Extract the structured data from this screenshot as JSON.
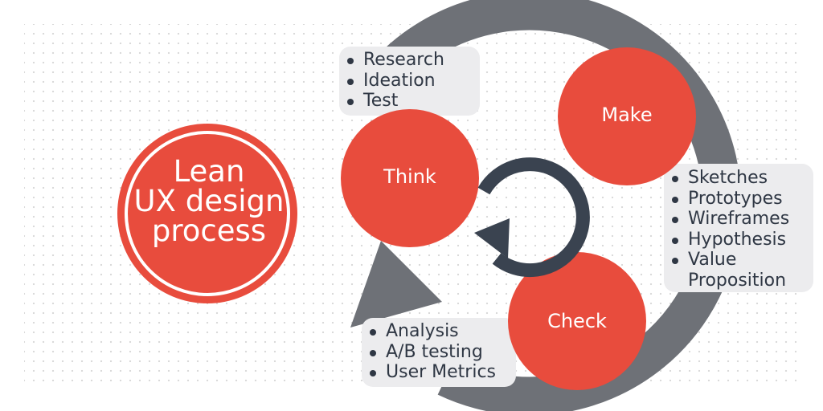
{
  "title": {
    "lines": [
      "Lean",
      "UX design",
      "process"
    ]
  },
  "nodes": {
    "think": {
      "label": "Think",
      "items": [
        "Research",
        "Ideation",
        "Test"
      ]
    },
    "make": {
      "label": "Make",
      "items": [
        "Sketches",
        "Prototypes",
        "Wireframes",
        "Hypothesis",
        "Value",
        "Proposition"
      ]
    },
    "check": {
      "label": "Check",
      "items": [
        "Analysis",
        "A/B testing",
        "User Metrics"
      ]
    }
  },
  "colors": {
    "accent_red": "#e84c3d",
    "ring_gray": "#6e7177",
    "label_bg": "#ececee",
    "dark_text": "#2f3744",
    "inner_cycle": "#3a4350",
    "dots": "#d6d6d6"
  },
  "icons": {
    "cycle": "refresh-cycle-icon",
    "flow": "curved-arrow-icon"
  }
}
